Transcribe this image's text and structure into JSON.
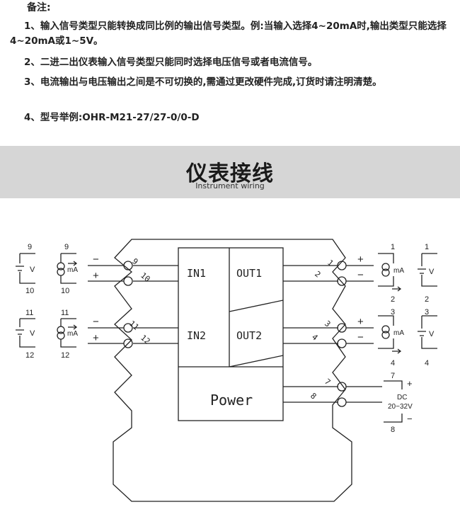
{
  "notes": {
    "title": "备注:",
    "items": [
      "1、输入信号类型只能转换成同比例的输出信号类型。例:当输入选择4~20mA时,输出类型只能选择4~20mA或1~5V。",
      "2、二进二出仪表输入信号类型只能同时选择电压信号或者电流信号。",
      "3、电流输出与电压输出之间是不可切换的,需通过更改硬件完成,订货时请注明清楚。",
      "4、型号举例:OHR-M21-27/27-0/0-D"
    ]
  },
  "banner": {
    "title_zh": "仪表接线",
    "title_en": "Instrument wiring"
  },
  "diagram": {
    "blocks": {
      "in1": "IN1",
      "in2": "IN2",
      "out1": "OUT1",
      "out2": "OUT2",
      "power": "Power"
    },
    "terminals": {
      "t1": "1",
      "t2": "2",
      "t3": "3",
      "t4": "4",
      "t7": "7",
      "t8": "8",
      "t9": "9",
      "t10": "10",
      "t11": "11",
      "t12": "12"
    },
    "labels": {
      "v": "V",
      "ma": "mA",
      "minus": "−",
      "plus": "+",
      "dc": "DC",
      "dc_range": "20−32V"
    }
  }
}
